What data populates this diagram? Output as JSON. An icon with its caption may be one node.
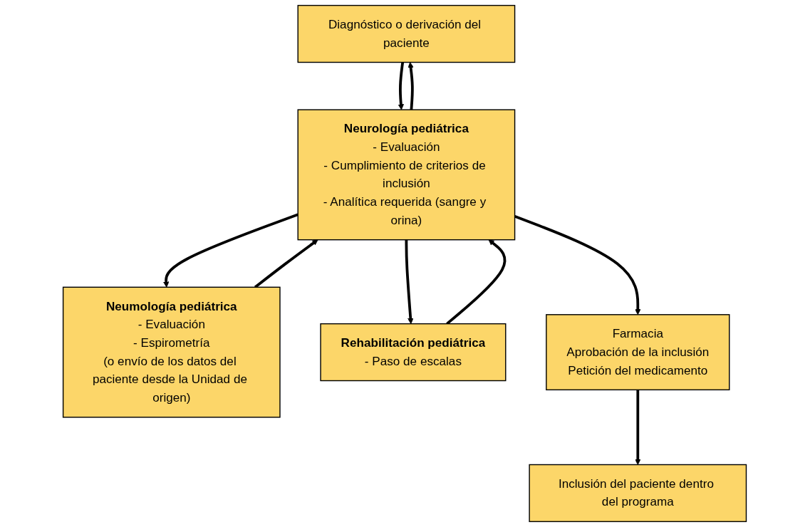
{
  "diagram": {
    "nodes": [
      {
        "text": [
          "Diagnóstico o derivación del paciente"
        ]
      },
      {
        "text": [
          "Neurología pediátrica",
          "- Evaluación",
          "- Cumplimiento de criterios de inclusión",
          "- Analítica requerida (sangre y orina)"
        ]
      },
      {
        "text": [
          "Neumología pediátrica",
          "- Evaluación",
          "- Espirometría",
          "(o envío de los datos del paciente desde la Unidad de origen)"
        ]
      },
      {
        "text": [
          "Rehabilitación pediátrica",
          "- Paso de escalas"
        ]
      },
      {
        "text": [
          "Farmacia",
          "Aprobación de la inclusión",
          "Petición del medicamento"
        ]
      },
      {
        "text": [
          "Inclusión del paciente dentro del programa"
        ]
      }
    ],
    "edges": [
      {
        "from": 0,
        "to": 1,
        "arrow": "to"
      },
      {
        "from": 1,
        "to": 0,
        "arrow": "to"
      },
      {
        "from": 1,
        "to": 2,
        "arrow": "to"
      },
      {
        "from": 2,
        "to": 1,
        "arrow": "to"
      },
      {
        "from": 1,
        "to": 3,
        "arrow": "to"
      },
      {
        "from": 3,
        "to": 1,
        "arrow": "to"
      },
      {
        "from": 1,
        "to": 4,
        "arrow": "to"
      },
      {
        "from": 4,
        "to": 5,
        "arrow": "to"
      }
    ]
  }
}
